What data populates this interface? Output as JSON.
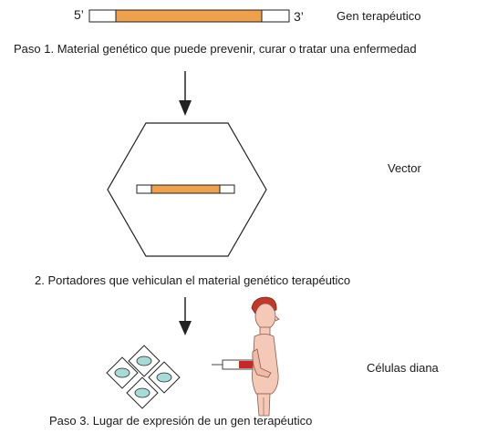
{
  "gene": {
    "label_5prime": "5’",
    "label_3prime": "3’",
    "name": "Gen terapéutico"
  },
  "steps": {
    "step1": "Paso 1. Material genético que puede prevenir, curar o tratar una enfermedad",
    "step2": "2. Portadores que vehiculan el material genético terapéutico",
    "step3": "Paso 3. Lugar de expresión de un gen terapéutico"
  },
  "labels": {
    "vector": "Vector",
    "target_cells": "Células diana"
  },
  "colors": {
    "gene_fill": "#f0a04b",
    "outline": "#222222",
    "cell_fill": "#a7dcd6",
    "skin": "#f4c9b8",
    "hair": "#c0392b",
    "syringe": "#c62828"
  }
}
